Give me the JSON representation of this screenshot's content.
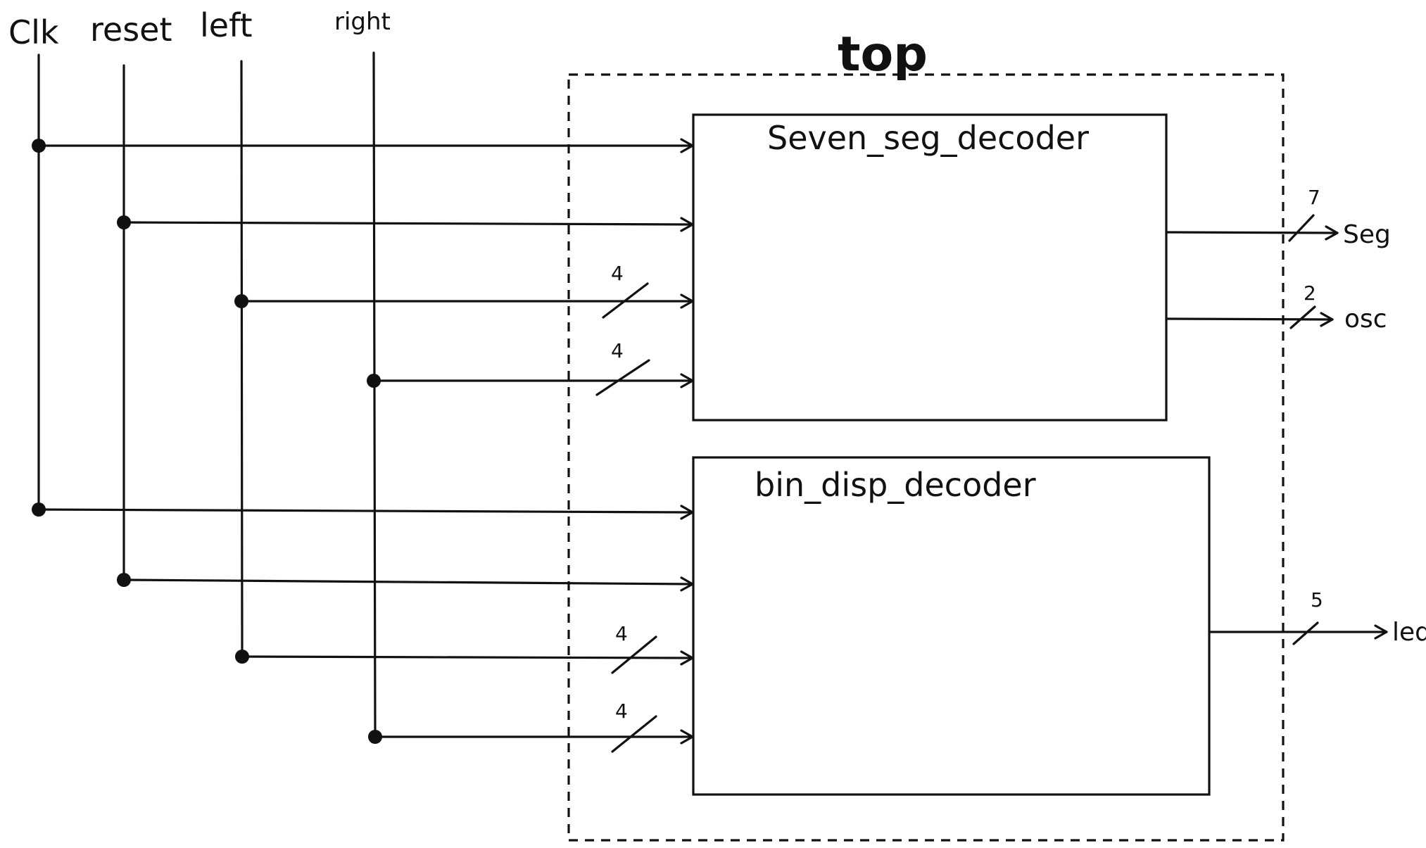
{
  "top_label": "top",
  "inputs": [
    {
      "id": "clk",
      "label": "Clk"
    },
    {
      "id": "reset",
      "label": "reset"
    },
    {
      "id": "left",
      "label": "left"
    },
    {
      "id": "right",
      "label": "right"
    }
  ],
  "modules": [
    {
      "id": "seven",
      "label": "Seven_seg_decoder"
    },
    {
      "id": "bin",
      "label": "bin_disp_decoder"
    }
  ],
  "input_bus_widths": {
    "left": "4",
    "right": "4"
  },
  "outputs": [
    {
      "id": "seg",
      "label": "Seg",
      "width": "7"
    },
    {
      "id": "osc",
      "label": "osc",
      "width": "2"
    },
    {
      "id": "led",
      "label": "led",
      "width": "5"
    }
  ]
}
